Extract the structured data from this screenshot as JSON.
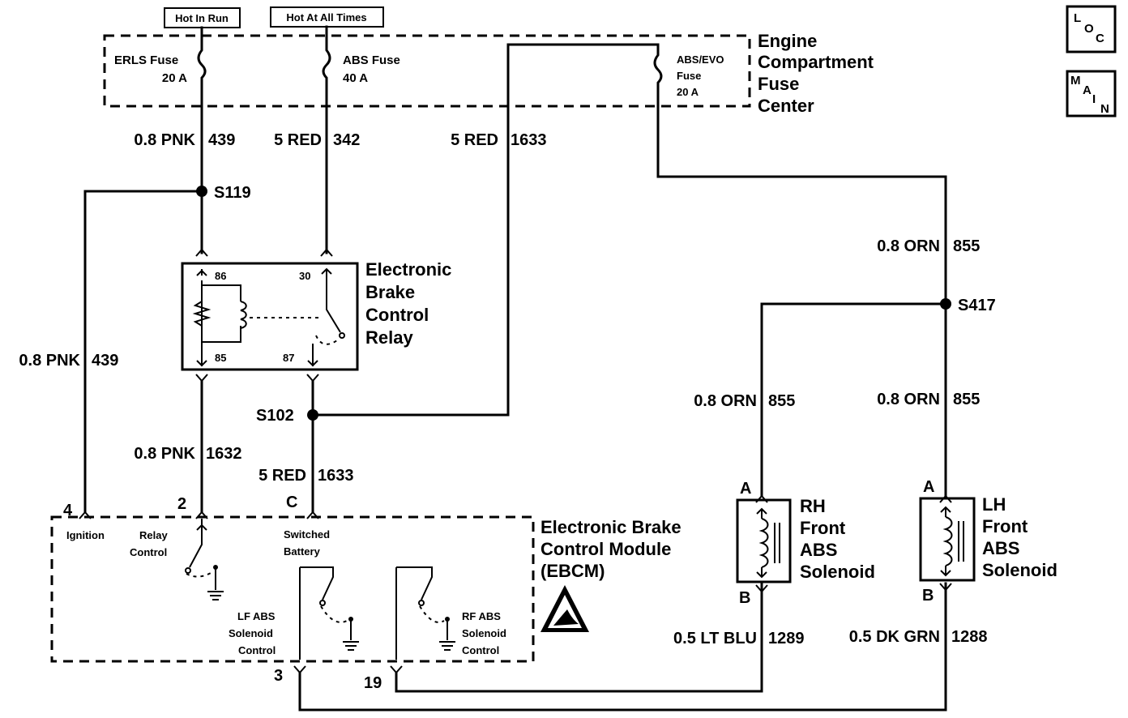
{
  "power": {
    "hot_in_run": "Hot In Run",
    "hot_at_all_times": "Hot At All Times"
  },
  "fuse_center": {
    "title_l1": "Engine",
    "title_l2": "Compartment",
    "title_l3": "Fuse",
    "title_l4": "Center",
    "erls_fuse": "ERLS Fuse",
    "erls_amps": "20 A",
    "abs_fuse": "ABS Fuse",
    "abs_amps": "40 A",
    "absevo_l1": "ABS/EVO",
    "absevo_l2": "Fuse",
    "absevo_amps": "20 A"
  },
  "wires": {
    "pnk439_top": "0.8 PNK",
    "pnk439_top_num": "439",
    "red342": "5 RED",
    "red342_num": "342",
    "red1633_top": "5 RED",
    "red1633_top_num": "1633",
    "pnk439_left": "0.8 PNK",
    "pnk439_left_num": "439",
    "pnk1632": "0.8 PNK",
    "pnk1632_num": "1632",
    "red1633_bot": "5 RED",
    "red1633_bot_num": "1633",
    "orn855_top": "0.8 ORN",
    "orn855_top_num": "855",
    "orn855_rh": "0.8 ORN",
    "orn855_rh_num": "855",
    "orn855_lh": "0.8 ORN",
    "orn855_lh_num": "855",
    "ltblu": "0.5 LT BLU",
    "ltblu_num": "1289",
    "dkgrn": "0.5 DK GRN",
    "dkgrn_num": "1288"
  },
  "splices": {
    "s119": "S119",
    "s102": "S102",
    "s417": "S417"
  },
  "relay": {
    "title_l1": "Electronic",
    "title_l2": "Brake",
    "title_l3": "Control",
    "title_l4": "Relay",
    "pin86": "86",
    "pin85": "85",
    "pin30": "30",
    "pin87": "87"
  },
  "ebcm": {
    "title_l1": "Electronic Brake",
    "title_l2": "Control Module",
    "title_l3": "(EBCM)",
    "pin4": "4",
    "pin2": "2",
    "pinC": "C",
    "pin3": "3",
    "pin19": "19",
    "ignition": "Ignition",
    "relay_l1": "Relay",
    "relay_l2": "Control",
    "sw_l1": "Switched",
    "sw_l2": "Battery",
    "lf_l1": "LF ABS",
    "lf_l2": "Solenoid",
    "lf_l3": "Control",
    "rf_l1": "RF ABS",
    "rf_l2": "Solenoid",
    "rf_l3": "Control"
  },
  "rh_solenoid": {
    "l1": "RH",
    "l2": "Front",
    "l3": "ABS",
    "l4": "Solenoid",
    "pinA": "A",
    "pinB": "B"
  },
  "lh_solenoid": {
    "l1": "LH",
    "l2": "Front",
    "l3": "ABS",
    "l4": "Solenoid",
    "pinA": "A",
    "pinB": "B"
  },
  "nav": {
    "loc_l": "L",
    "loc_o": "O",
    "loc_c": "C",
    "main_m": "M",
    "main_a": "A",
    "main_i": "I",
    "main_n": "N"
  }
}
